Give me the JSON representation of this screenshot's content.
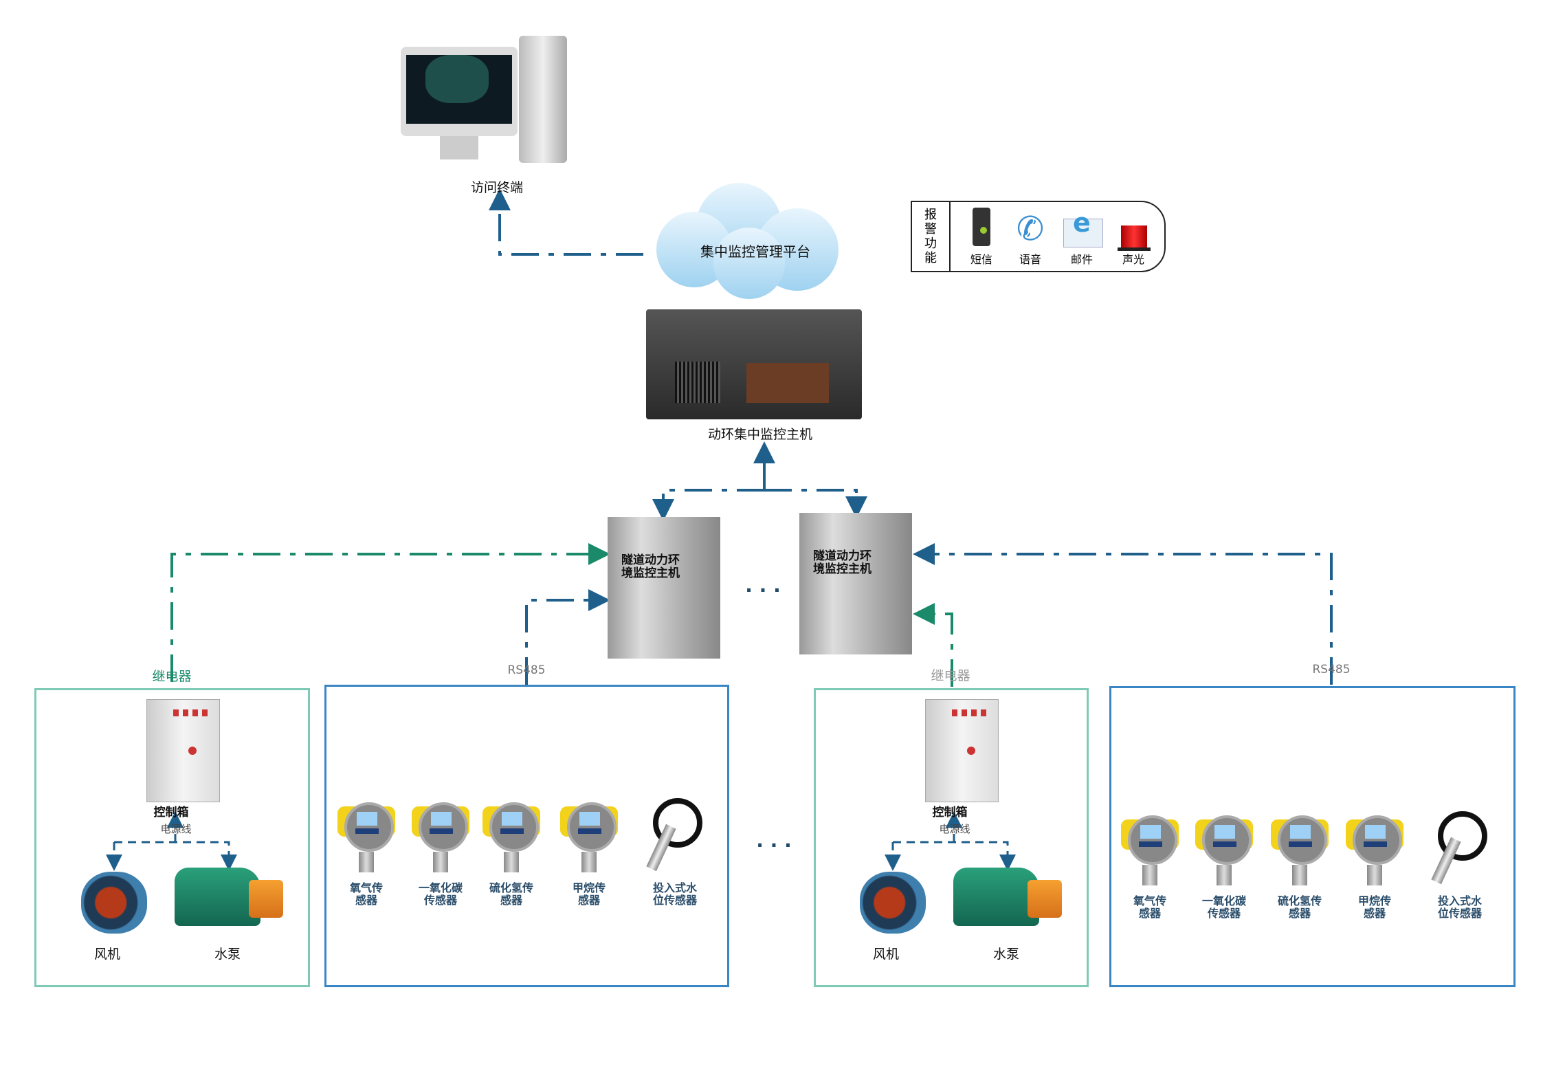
{
  "terminal": {
    "label": "访问终端"
  },
  "platform": {
    "label": "集中监控管理平台"
  },
  "host": {
    "label": "动环集中监控主机"
  },
  "alarm": {
    "title": "报警功能",
    "items": [
      {
        "label": "短信",
        "icon": "phone-touch-icon"
      },
      {
        "label": "语音",
        "icon": "telephone-icon"
      },
      {
        "label": "邮件",
        "icon": "email-icon"
      },
      {
        "label": "声光",
        "icon": "alarm-light-icon"
      }
    ]
  },
  "cabinets": [
    {
      "label": "隧道动力环境监控主机"
    },
    {
      "label": "隧道动力环境监控主机"
    }
  ],
  "ellipsis": "· · ·",
  "groups": [
    {
      "link_label": "继电器",
      "control": "控制箱",
      "power": "电源线",
      "fan": "风机",
      "pump": "水泵"
    },
    {
      "link_label": "RS485",
      "sensors": [
        "氧气传感器",
        "一氧化碳传感器",
        "硫化氢传感器",
        "甲烷传感器",
        "投入式水位传感器"
      ]
    },
    {
      "link_label": "继电器",
      "control": "控制箱",
      "power": "电源线",
      "fan": "风机",
      "pump": "水泵"
    },
    {
      "link_label": "RS485",
      "sensors": [
        "氧气传感器",
        "一氧化碳传感器",
        "硫化氢传感器",
        "甲烷传感器",
        "投入式水位传感器"
      ]
    }
  ],
  "colors": {
    "teal_line": "#1a8a6a",
    "blue_line": "#1f5f8b",
    "teal_box": "#7fcab7",
    "blue_box": "#3a86c4"
  }
}
